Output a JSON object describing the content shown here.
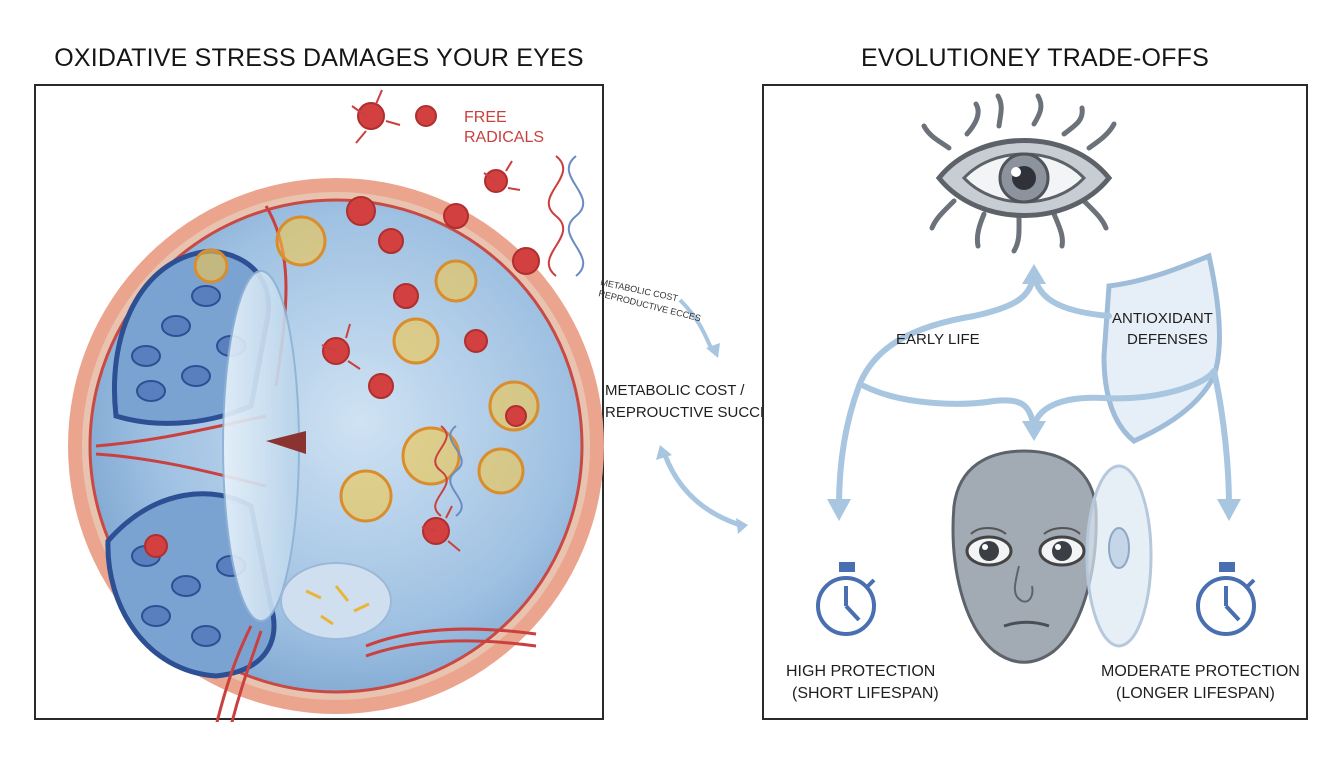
{
  "left": {
    "title": "OXIDATIVE STRESS DAMAGES YOUR EYES",
    "free_radicals_label": [
      "FREE",
      "RADICALS"
    ]
  },
  "middle": {
    "small_curved_label": [
      "METABOLIC COST",
      "REPRODUCTIVE ECCES"
    ],
    "label": [
      "METABOLIC COST /",
      "REPROUCTIVE SUCCESS"
    ]
  },
  "right": {
    "title": "EVOLUTIONEY TRADE-OFFS",
    "early_life": "EARLY LIFE",
    "antioxidant": [
      "ANTIOXIDANT",
      "DEFENSES"
    ],
    "high_protection": [
      "HIGH PROTECTION",
      "(SHORT LIFESPAN)"
    ],
    "moderate_protection": [
      "MODERATE PROTECTION",
      "(LONGER LIFESPAN)"
    ]
  },
  "colors": {
    "radical_red": "#d2403f",
    "eye_blue": "#a9c8e6",
    "arrow_blue": "#a8c6e0",
    "stopwatch_blue": "#4a6fb0",
    "outer_salmon": "#eba48d",
    "face_gray": "#9aa3ad"
  },
  "icons": [
    "eye-icon",
    "shield-icon",
    "stopwatch-icon",
    "face-icon",
    "dna-icon",
    "lens-icon"
  ]
}
